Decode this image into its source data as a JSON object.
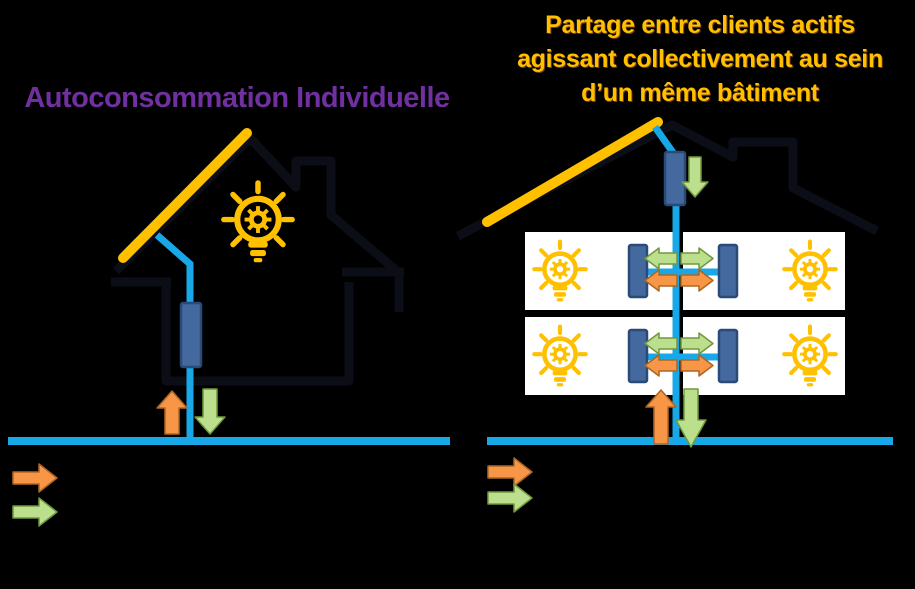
{
  "titles": {
    "left": "Autoconsommation Individuelle",
    "right_lines": [
      "Partage entre clients actifs",
      "agissant collectivement au sein",
      "d’un même bâtiment"
    ]
  },
  "colors": {
    "background": "#000000",
    "house_outline": "#0b0e16",
    "wire_blue": "#18A8E8",
    "solar_yellow": "#FFC000",
    "bulb_yellow": "#FFC000",
    "meter_fill": "#44699E",
    "meter_border": "#2A4A78",
    "arrow_orange": "#F79646",
    "arrow_orange_border": "#AD6524",
    "arrow_green": "#BCDF8E",
    "arrow_green_border": "#70983D",
    "unit_box": "#FFFFFF",
    "title_left": "#7030A0",
    "title_right": "#FFC000"
  },
  "icons": {
    "solar_panel": "diagonal-gold-bar",
    "lightbulb_gear": "bulb-with-cog-and-rays",
    "electricity_meter": "blue-vertical-rectangle",
    "grid_withdrawal_arrow": "orange-block-arrow",
    "grid_injection_arrow": "green-block-arrow"
  },
  "legend": {
    "left_items": [
      {
        "icon": "arrow-right-orange",
        "label": ""
      },
      {
        "icon": "arrow-right-green",
        "label": ""
      }
    ],
    "right_items": [
      {
        "icon": "arrow-right-orange",
        "label": ""
      },
      {
        "icon": "arrow-right-green",
        "label": ""
      }
    ]
  }
}
